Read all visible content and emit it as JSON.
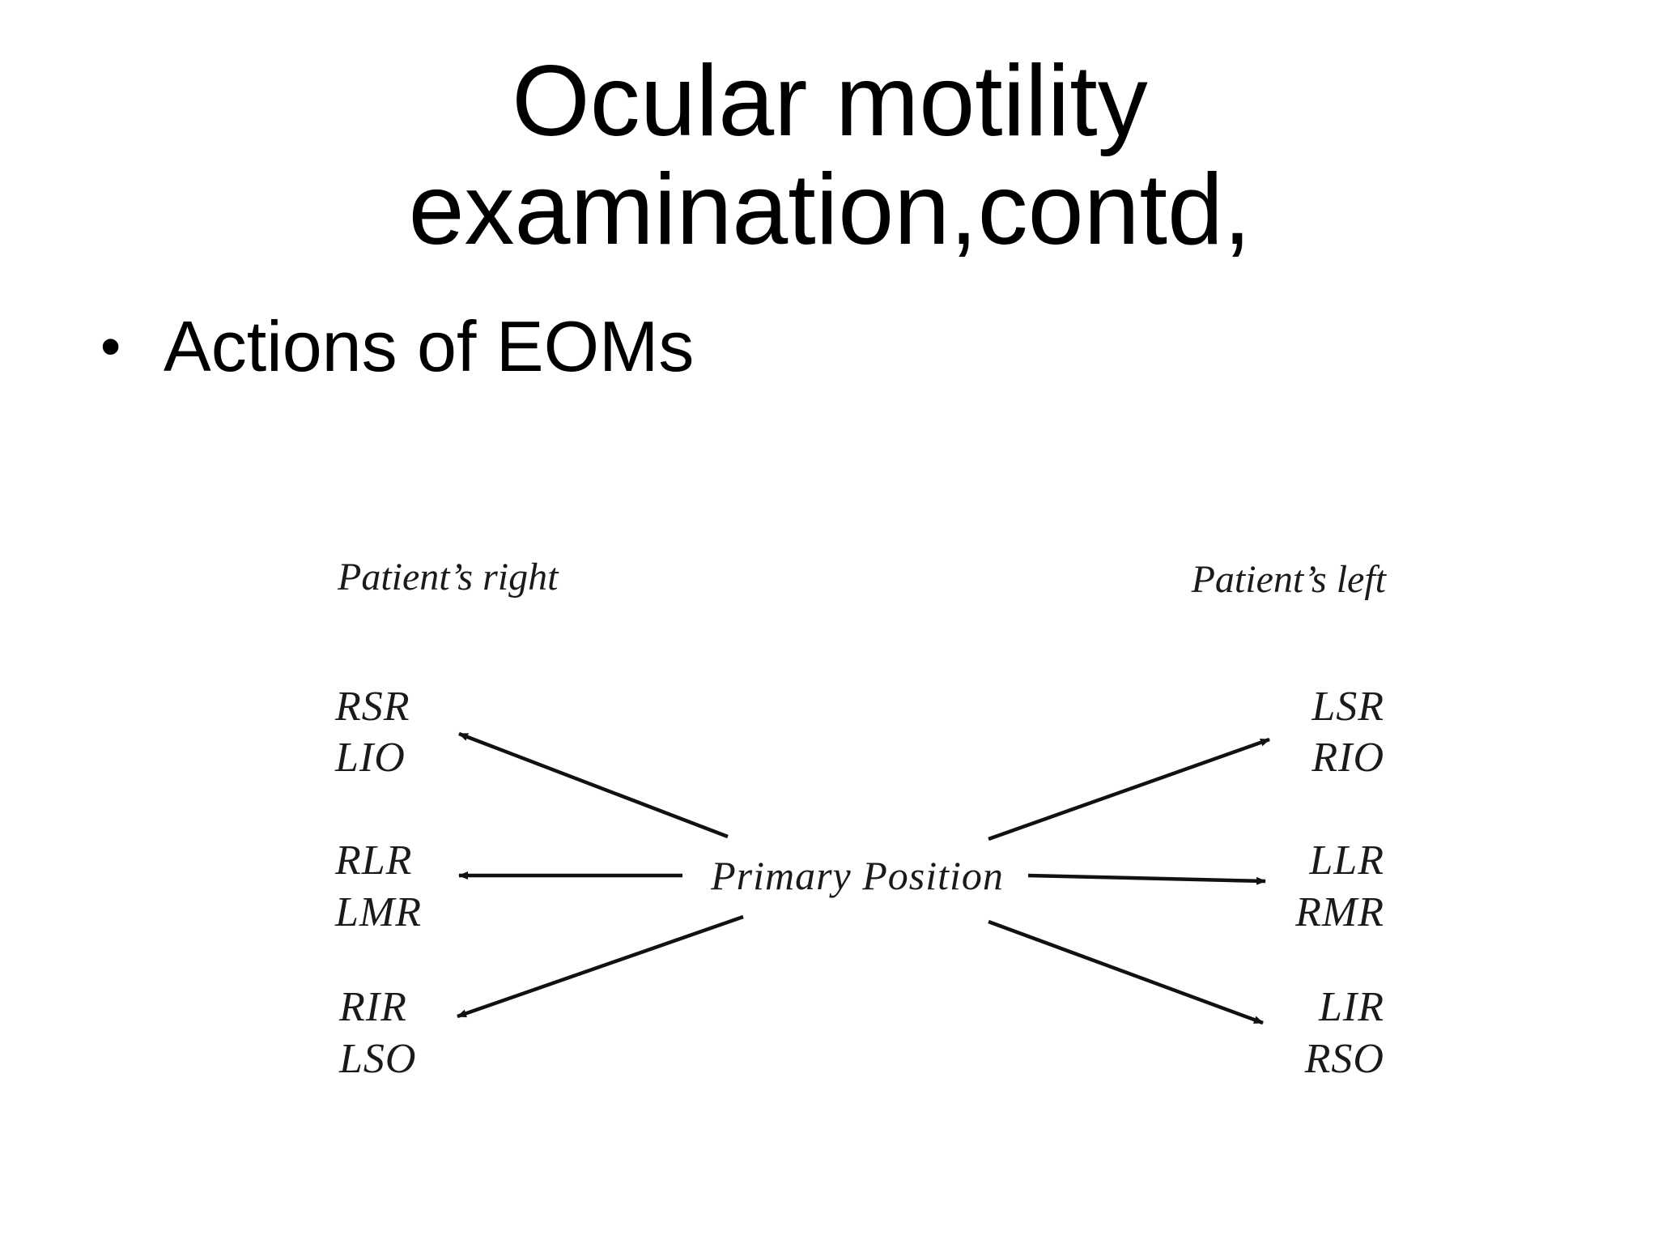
{
  "slide": {
    "title_line1": "Ocular motility",
    "title_line2": "examination,contd,",
    "bullet_symbol": "•",
    "bullet_text": "Actions of EOMs"
  },
  "diagram": {
    "left_header": "Patient’s right",
    "right_header": "Patient’s left",
    "center_label": "Primary Position",
    "left_groups": [
      {
        "line1": "RSR",
        "line2": "LIO"
      },
      {
        "line1": "RLR",
        "line2": "LMR"
      },
      {
        "line1": "RIR",
        "line2": "LSO"
      }
    ],
    "right_groups": [
      {
        "line1": "LSR",
        "line2": "RIO"
      },
      {
        "line1": "LLR",
        "line2": "RMR"
      },
      {
        "line1": "LIR",
        "line2": "RSO"
      }
    ],
    "arrow_color": "#111111"
  }
}
